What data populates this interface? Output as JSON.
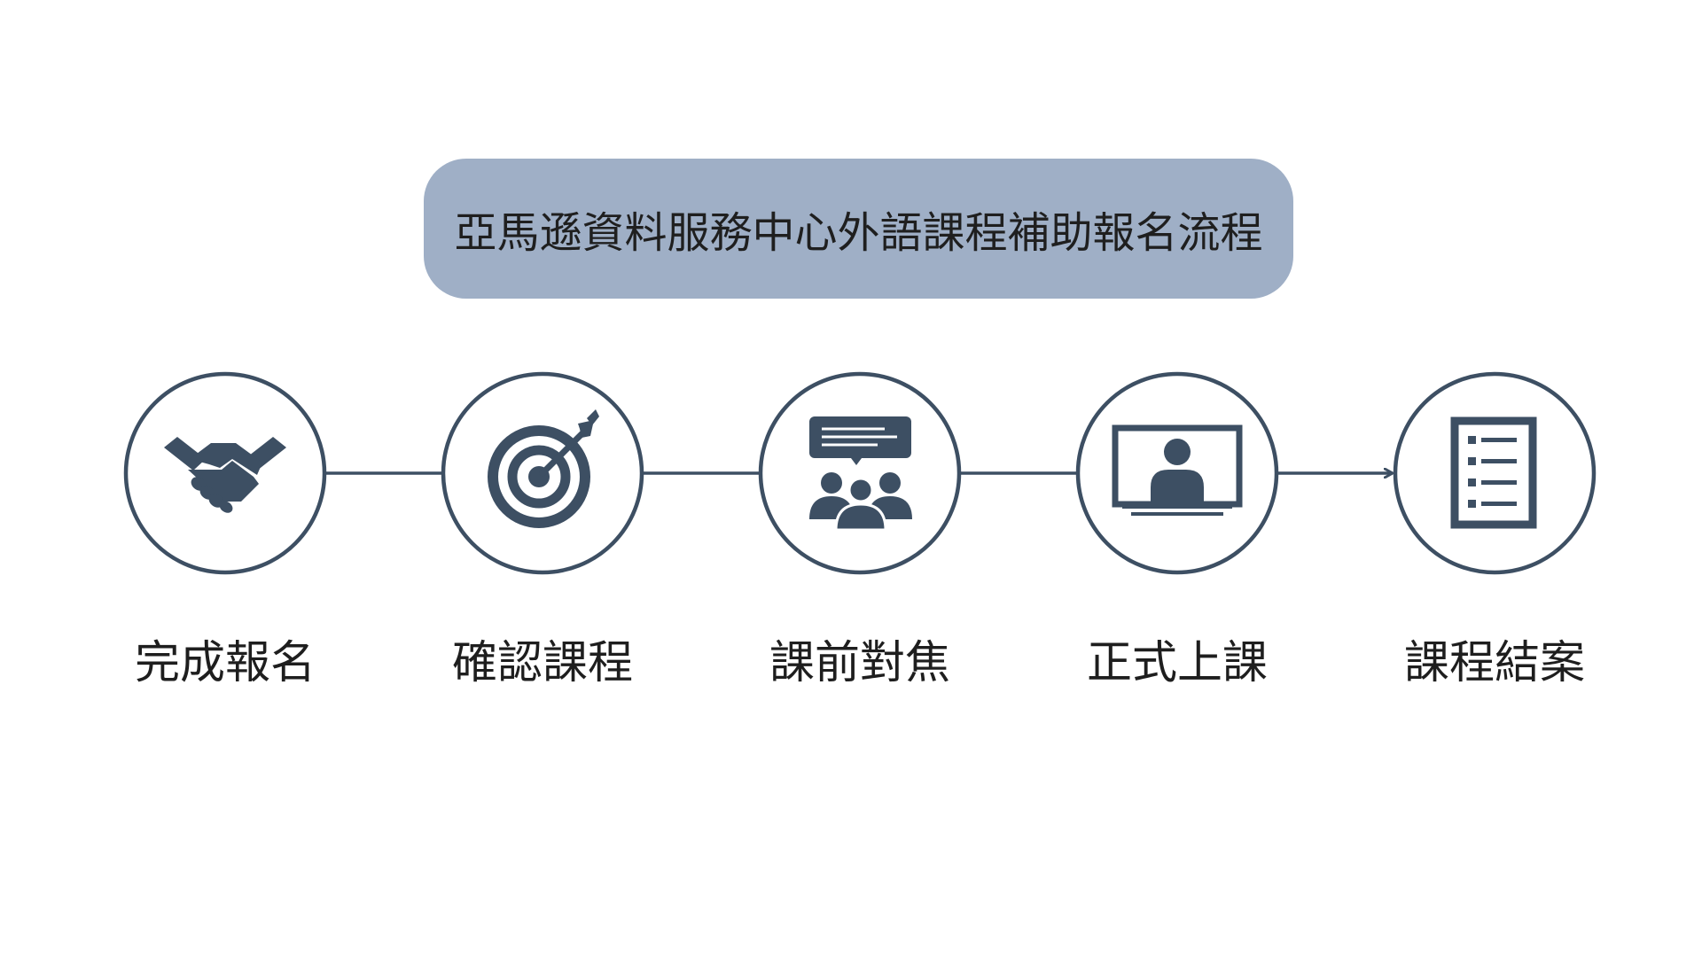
{
  "title": "亞馬遜資料服務中心外語課程補助報名流程",
  "colors": {
    "accent": "#3d4f63",
    "title_background": "#9fafc6",
    "background": "#ffffff"
  },
  "steps": [
    {
      "label": "完成報名",
      "icon": "handshake-icon"
    },
    {
      "label": "確認課程",
      "icon": "target-icon"
    },
    {
      "label": "課前對焦",
      "icon": "meeting-discussion-icon"
    },
    {
      "label": "正式上課",
      "icon": "online-class-monitor-icon"
    },
    {
      "label": "課程結案",
      "icon": "checklist-icon"
    }
  ]
}
